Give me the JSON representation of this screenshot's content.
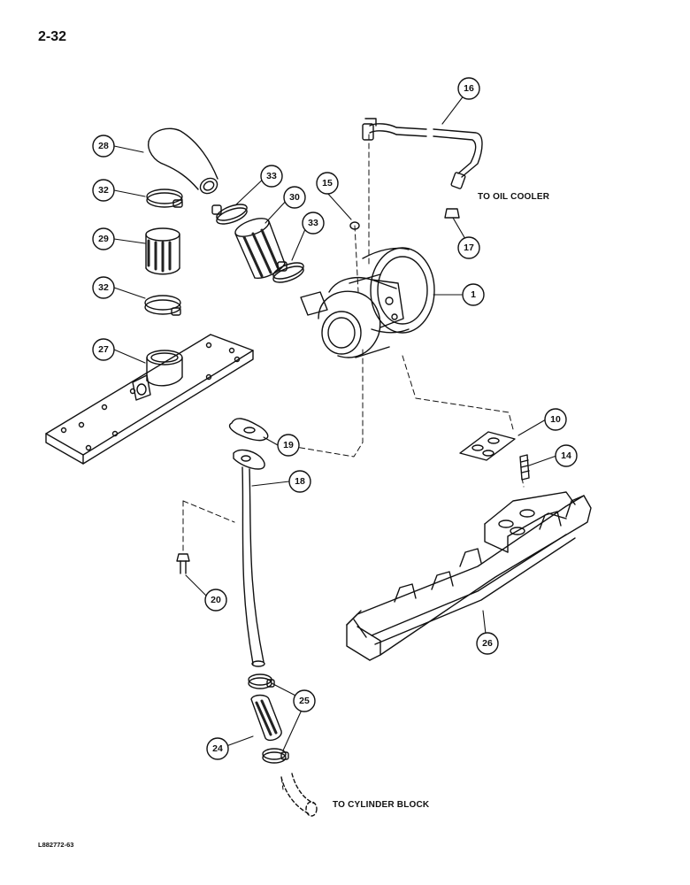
{
  "page": {
    "number": "2-32",
    "figure_code": "L882772-63"
  },
  "notes": {
    "to_oil_cooler": "TO OIL COOLER",
    "to_cylinder_block": "TO CYLINDER BLOCK"
  },
  "callouts": {
    "c1": "1",
    "c10": "10",
    "c14": "14",
    "c15": "15",
    "c16": "16",
    "c17": "17",
    "c18": "18",
    "c19": "19",
    "c20": "20",
    "c24": "24",
    "c25": "25",
    "c26": "26",
    "c27": "27",
    "c28": "28",
    "c29": "29",
    "c30": "30",
    "c32a": "32",
    "c32b": "32",
    "c33a": "33",
    "c33b": "33"
  }
}
